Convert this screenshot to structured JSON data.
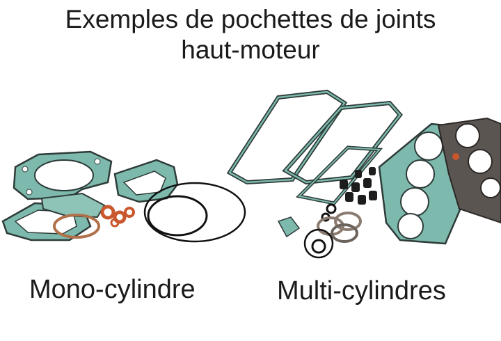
{
  "header": {
    "title_line1": "Exemples de pochettes de joints",
    "title_line2": "haut-moteur"
  },
  "captions": {
    "mono": "Mono-cylindre",
    "multi": "Multi-cylindres"
  },
  "colors": {
    "gasket_teal": "#5fa89a",
    "gasket_dark": "#2e3b38",
    "gasket_orange": "#c9572d",
    "gasket_copper": "#b0704a",
    "background": "#ffffff"
  }
}
